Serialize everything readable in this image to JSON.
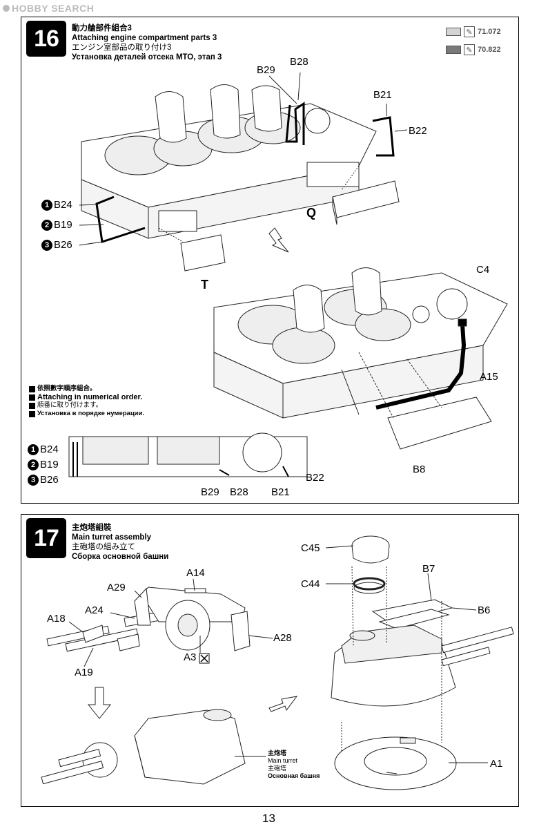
{
  "watermark": "HOBBY SEARCH",
  "page_number": "13",
  "paints": [
    {
      "code": "71.072",
      "color": "#d4d4d4"
    },
    {
      "code": "70.822",
      "color": "#7a7a7a"
    }
  ],
  "step16": {
    "number": "16",
    "title_zh": "動力艙部件組合3",
    "title_en": "Attaching engine compartment parts 3",
    "title_jp": "エンジン室部品の取り付け3",
    "title_ru": "Установка деталей отсека МТО, этап 3",
    "labels": {
      "b29": "B29",
      "b28": "B28",
      "b21": "B21",
      "b22": "B22",
      "b24": "B24",
      "b19": "B19",
      "b26": "B26",
      "q": "Q",
      "t": "T",
      "c4": "C4",
      "a15": "A15",
      "b8": "B8"
    },
    "order_badges": [
      "1",
      "2",
      "3"
    ],
    "note": {
      "zh": "依照數字順序組合。",
      "en": "Attaching in numerical order.",
      "jp": "順番に取り付けます。",
      "ru": "Установка в порядке нумерации."
    },
    "detail_labels": {
      "b24": "B24",
      "b19": "B19",
      "b26": "B26",
      "b29": "B29",
      "b28": "B28",
      "b21": "B21",
      "b22": "B22"
    }
  },
  "step17": {
    "number": "17",
    "title_zh": "主炮塔組裝",
    "title_en": "Main turret assembly",
    "title_jp": "主砲塔の組み立て",
    "title_ru": "Сборка основной башни",
    "labels": {
      "c45": "C45",
      "c44": "C44",
      "b7": "B7",
      "b6": "B6",
      "a14": "A14",
      "a29": "A29",
      "a24": "A24",
      "a18": "A18",
      "a28": "A28",
      "a3": "A3",
      "a19": "A19",
      "a1": "A1"
    },
    "caption": {
      "zh": "主炮塔",
      "en": "Main turret",
      "jp": "主砲塔",
      "ru": "Основная башня"
    }
  }
}
